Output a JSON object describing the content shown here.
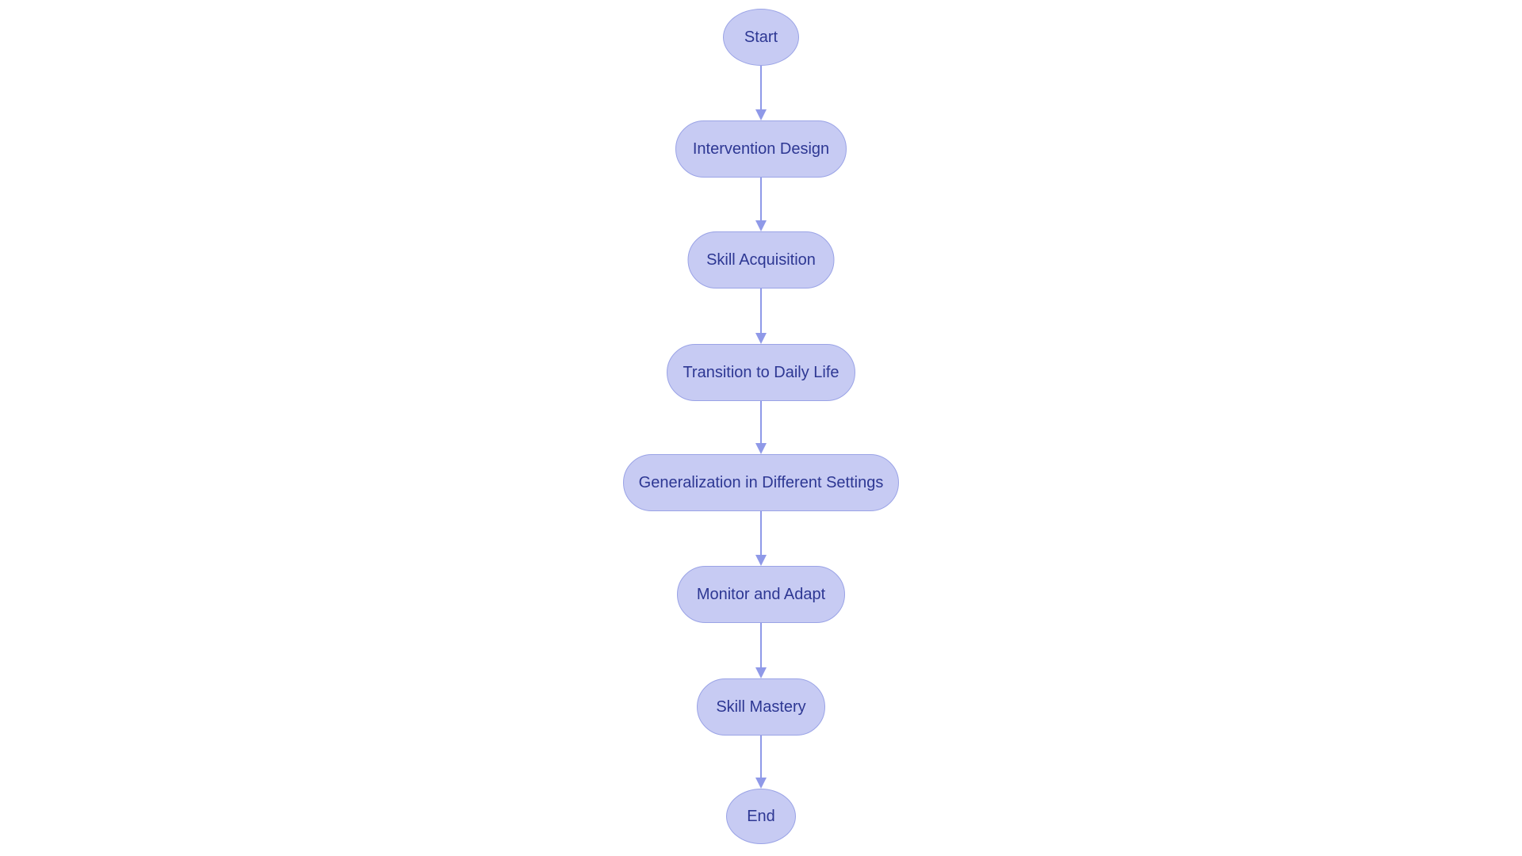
{
  "diagram": {
    "type": "flowchart",
    "direction": "top-down",
    "background_color": "#ffffff",
    "node_fill_color": "#c7cbf3",
    "node_border_color": "#9aa3e6",
    "node_text_color": "#2d3793",
    "arrow_color": "#8f99e8",
    "nodes": [
      {
        "id": "start",
        "label": "Start",
        "shape": "ellipse"
      },
      {
        "id": "intervention",
        "label": "Intervention Design",
        "shape": "pill"
      },
      {
        "id": "acquisition",
        "label": "Skill Acquisition",
        "shape": "pill"
      },
      {
        "id": "transition",
        "label": "Transition to Daily Life",
        "shape": "pill"
      },
      {
        "id": "generalization",
        "label": "Generalization in Different Settings",
        "shape": "pill"
      },
      {
        "id": "monitor",
        "label": "Monitor and Adapt",
        "shape": "pill"
      },
      {
        "id": "mastery",
        "label": "Skill Mastery",
        "shape": "pill"
      },
      {
        "id": "end",
        "label": "End",
        "shape": "ellipse"
      }
    ],
    "edges": [
      {
        "from": "start",
        "to": "intervention"
      },
      {
        "from": "intervention",
        "to": "acquisition"
      },
      {
        "from": "acquisition",
        "to": "transition"
      },
      {
        "from": "transition",
        "to": "generalization"
      },
      {
        "from": "generalization",
        "to": "monitor"
      },
      {
        "from": "monitor",
        "to": "mastery"
      },
      {
        "from": "mastery",
        "to": "end"
      }
    ]
  }
}
